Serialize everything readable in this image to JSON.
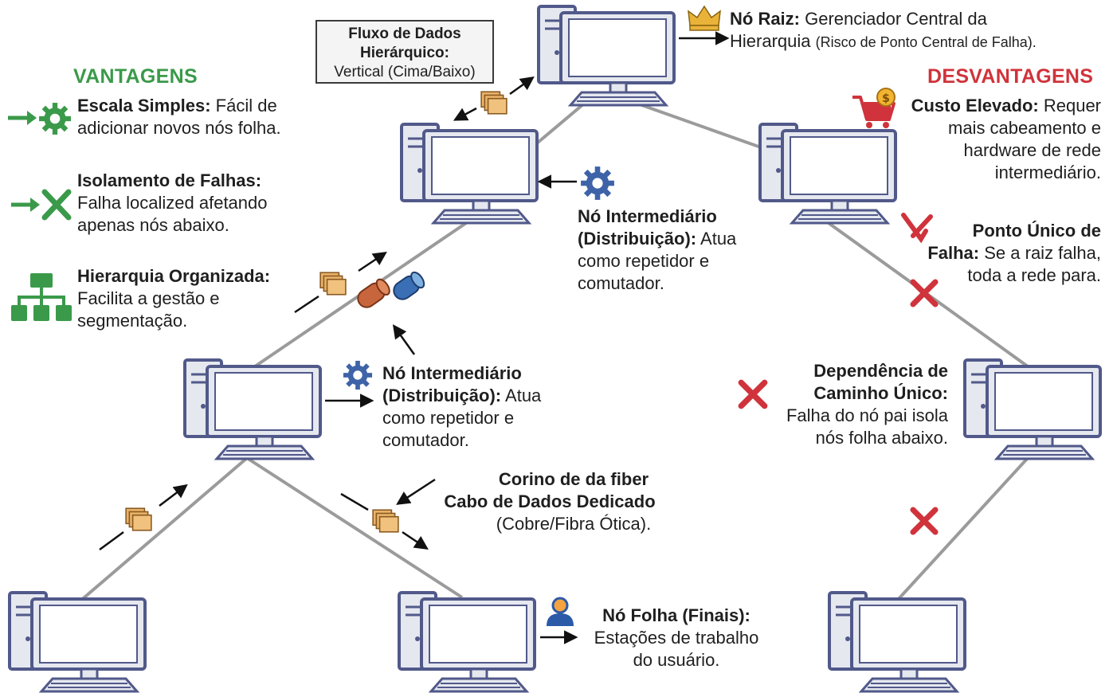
{
  "colors": {
    "advantage": "#3a9a4a",
    "disadvantage": "#d0333b",
    "line": "#999999",
    "computer_fill": "#e5e8ef",
    "computer_stroke": "#51598a",
    "packet": "#e9b36a",
    "gear": "#3e63a8"
  },
  "headers": {
    "advantages": "VANTAGENS",
    "disadvantages": "DESVANTAGENS"
  },
  "flow_box": {
    "title_1": "Fluxo de Dados",
    "title_2": "Hierárquico:",
    "subtitle": "Vertical (Cima/Baixo)"
  },
  "root": {
    "title": "Nó Raiz:",
    "text_1": "Gerenciador Central da",
    "text_2": "Hierarquia",
    "note": "(Risco de Ponto Central de Falha)."
  },
  "intermediate_upper": {
    "title_1": "Nó Intermediário",
    "title_2": "(Distribuição):",
    "text_1": "Atua",
    "text_2": "como repetidor e",
    "text_3": "comutador."
  },
  "intermediate_lower": {
    "title_1": "Nó Intermediário",
    "title_2": "(Distribuição):",
    "text_1": "Atua",
    "text_2": "como repetidor e",
    "text_3": "comutador."
  },
  "cable": {
    "title_1": "Corino de da fiber",
    "title_2": "Cabo de Dados Dedicado",
    "text": "(Cobre/Fibra Ótica)."
  },
  "leaf": {
    "title": "Nó Folha (Finais):",
    "text_1": "Estações de trabalho",
    "text_2": "do usuário."
  },
  "advantages": [
    {
      "title": "Escala Simples:",
      "text_1": "Fácil de",
      "text_2": "adicionar novos nós folha.",
      "icon": "gear-arrow-icon"
    },
    {
      "title": "Isolamento de Falhas:",
      "text_1": "Falha localized afetando",
      "text_2": "apenas nós abaixo.",
      "icon": "x-arrow-icon"
    },
    {
      "title": "Hierarquia Organizada:",
      "text_1": "Facilita a gestão e",
      "text_2": "segmentação.",
      "icon": "org-chart-icon"
    }
  ],
  "disadvantages": [
    {
      "title": "Custo Elevado:",
      "text_1": "Requer",
      "text_2": "mais cabeamento e",
      "text_3": "hardware de rede",
      "text_4": "intermediário.",
      "icon": "shopping-cart-icon"
    },
    {
      "title_1": "Ponto Único de",
      "title_2": "Falha:",
      "text_1": "Se a raiz falha,",
      "text_2": "toda a rede para.",
      "icon": "broken-link-icon"
    },
    {
      "title_1": "Dependência de",
      "title_2": "Caminho Único:",
      "text_1": "Falha do nó pai isola",
      "text_2": "nós folha abaixo.",
      "icon": "red-x-icon"
    }
  ]
}
